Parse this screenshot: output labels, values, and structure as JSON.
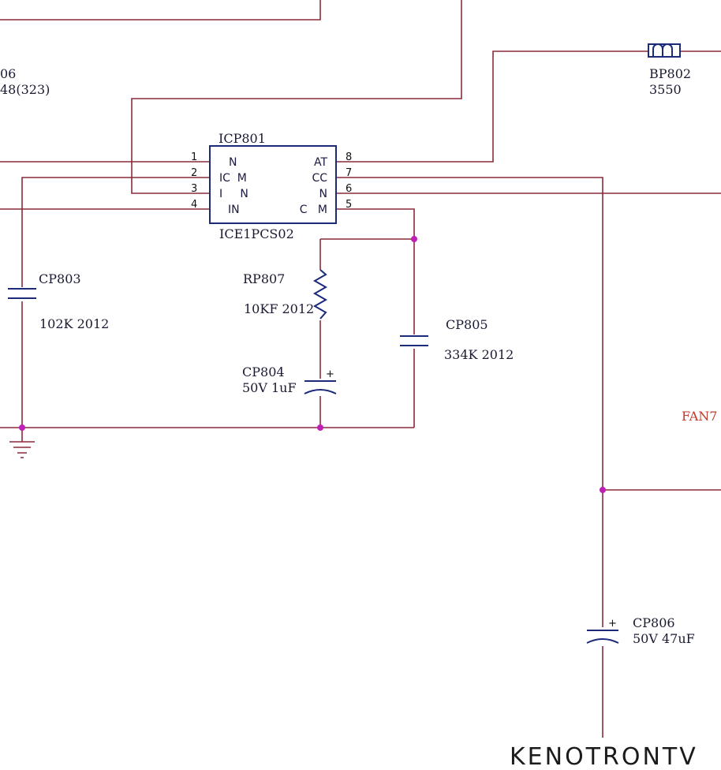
{
  "labels": {
    "frag_06": "06",
    "frag_48": "48(323)",
    "ic_ref": "ICP801",
    "ic_part": "ICE1PCS02",
    "bp_ref": "BP802",
    "bp_val": "3550",
    "cp803_ref": "CP803",
    "cp803_val": "102K 2012",
    "rp807_ref": "RP807",
    "rp807_val": "10KF 2012",
    "cp804_ref": "CP804",
    "cp804_val": "50V 1uF",
    "cp805_ref": "CP805",
    "cp805_val": "334K 2012",
    "cp806_ref": "CP806",
    "cp806_val": "50V 47uF",
    "fan_frag": "FAN7"
  },
  "ic": {
    "left_pins": [
      {
        "num": "1",
        "name": "N"
      },
      {
        "num": "2",
        "name": "IC  M"
      },
      {
        "num": "3",
        "name": "I     N"
      },
      {
        "num": "4",
        "name": "IN"
      }
    ],
    "right_pins": [
      {
        "num": "8",
        "name": "AT"
      },
      {
        "num": "7",
        "name": "CC"
      },
      {
        "num": "6",
        "name": "N"
      },
      {
        "num": "5",
        "name": "C   M"
      }
    ]
  },
  "polarity": {
    "cp804": "+",
    "cp806": "+"
  },
  "watermark": "KENOTRONTV",
  "colors": {
    "wire": "#8a2a3c",
    "part": "#1d2a7a",
    "junction": "#c020b8",
    "net_label": "#c0392b"
  }
}
